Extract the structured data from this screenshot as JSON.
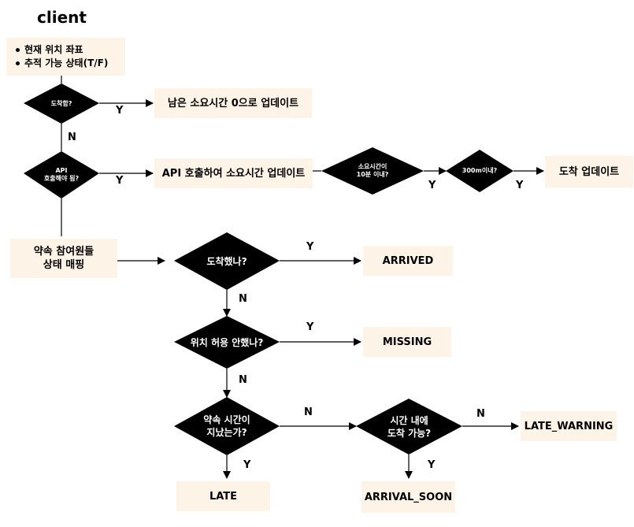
{
  "title": "client",
  "client_info": [
    "현재 위치 좌표",
    "추적 가능 상태(T/F)"
  ],
  "decisions": {
    "arrived_check": "도착함?",
    "api_call": "API\n호출해야 됨?",
    "within_10": "소요시간이\n10분 이내?",
    "within_300m": "300m이내?",
    "arrived_q": "도착했나?",
    "location_denied": "위치 허용 안했나?",
    "time_passed": "약속 시간이\n지났는가?",
    "arrive_in_time": "시간 내에\n도착 가능?"
  },
  "actions": {
    "update_zero": "남은 소요시간 0으로 업데이트",
    "api_update": "API 호출하여 소요시간 업데이트",
    "arrival_update": "도착 업데이트",
    "map_status": "약속 참여원들\n상태 매핑"
  },
  "states": {
    "arrived": "ARRIVED",
    "missing": "MISSING",
    "late_warning": "LATE_WARNING",
    "late": "LATE",
    "arrival_soon": "ARRIVAL_SOON"
  },
  "labels": {
    "yes": "Y",
    "no": "N"
  }
}
